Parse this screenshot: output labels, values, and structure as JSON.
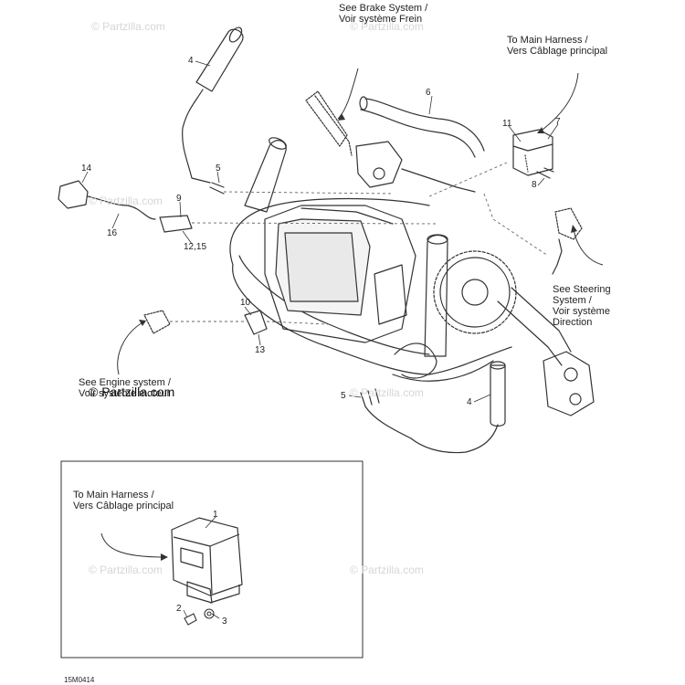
{
  "watermark": "© Partzilla.com",
  "callouts": {
    "brake": [
      "See Brake System /",
      "Voir système Frein"
    ],
    "main_harness_top": [
      "To Main Harness /",
      "Vers Câblage principal"
    ],
    "steering": [
      "See Steering",
      "System /",
      "Voir système",
      "Direction"
    ],
    "engine": [
      "See Engine system /",
      "Voir système moteur"
    ],
    "main_harness_inset": [
      "To Main Harness /",
      "Vers Câblage principal"
    ]
  },
  "part_numbers": {
    "p4a": "4",
    "p6": "6",
    "p11": "11",
    "p7": "7",
    "p14": "14",
    "p5a": "5",
    "p8": "8",
    "p9": "9",
    "p16": "16",
    "p12_15": "12,15",
    "p10": "10",
    "p13": "13",
    "p5b": "5",
    "p4b": "4",
    "p1": "1",
    "p2": "2",
    "p3": "3"
  },
  "diagram_code": "15M0414"
}
